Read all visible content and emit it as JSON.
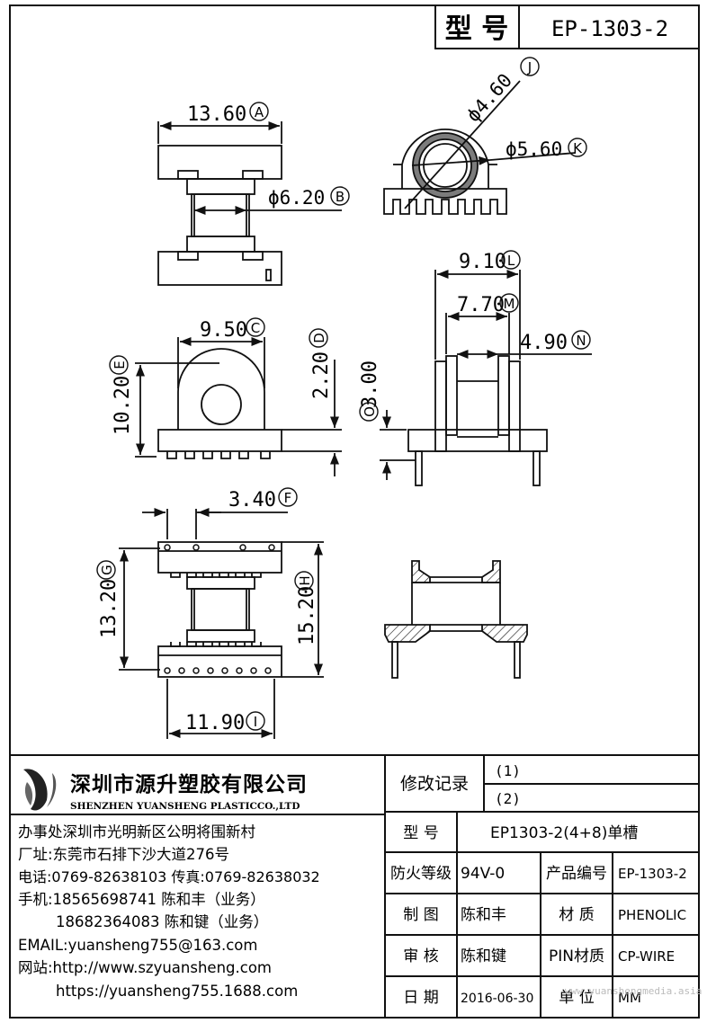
{
  "model_label": "型 号",
  "model_value": "EP-1303-2",
  "dimensions": {
    "A": "13.60",
    "B": "ϕ6.20",
    "C": "9.50",
    "D": "2.20",
    "E": "10.20",
    "F": "3.40",
    "G": "13.20",
    "H": "15.20",
    "I": "11.90",
    "J": "ϕ4.60",
    "K": "ϕ5.60",
    "L": "9.10",
    "M": "7.70",
    "N": "4.90",
    "O": "3.00"
  },
  "circled_letters": {
    "A": "A",
    "B": "B",
    "C": "C",
    "D": "D",
    "E": "E",
    "F": "F",
    "G": "G",
    "H": "H",
    "I": "I",
    "J": "J",
    "K": "K",
    "L": "L",
    "M": "M",
    "N": "N",
    "O": "O"
  },
  "company": {
    "name_cn": "深圳市源升塑胶有限公司",
    "name_en": "SHENZHEN YUANSHENG PLASTICCO.,LTD",
    "office": "办事处深圳市光明新区公明将围新村",
    "factory": "厂址:东莞市石排下沙大道276号",
    "phone": "电话:0769-82638103 传真:0769-82638032",
    "mobile1": "手机:18565698741 陈和丰（业务）",
    "mobile2": "18682364083 陈和键（业务）",
    "email": "EMAIL:yuansheng755@163.com",
    "web1": "网站:http://www.szyuansheng.com",
    "web2": "https://yuansheng755.1688.com"
  },
  "revision": {
    "label": "修改记录",
    "row1": "(1)",
    "row2": "(2)"
  },
  "table": {
    "model_label": "型 号",
    "model_value": "EP1303-2(4+8)单槽",
    "fire_label": "防火等级",
    "fire_value": "94V-0",
    "product_no_label": "产品编号",
    "product_no_value": "EP-1303-2",
    "draw_label": "制 图",
    "draw_value": "陈和丰",
    "material_label": "材 质",
    "material_value": "PHENOLIC",
    "review_label": "审 核",
    "review_value": "陈和键",
    "pin_label": "PIN材质",
    "pin_value": "CP-WIRE",
    "date_label": "日 期",
    "date_value": "2016-06-30",
    "unit_label": "单 位",
    "unit_value": "MM"
  },
  "watermark": "www.yuanshengmedia.asia"
}
